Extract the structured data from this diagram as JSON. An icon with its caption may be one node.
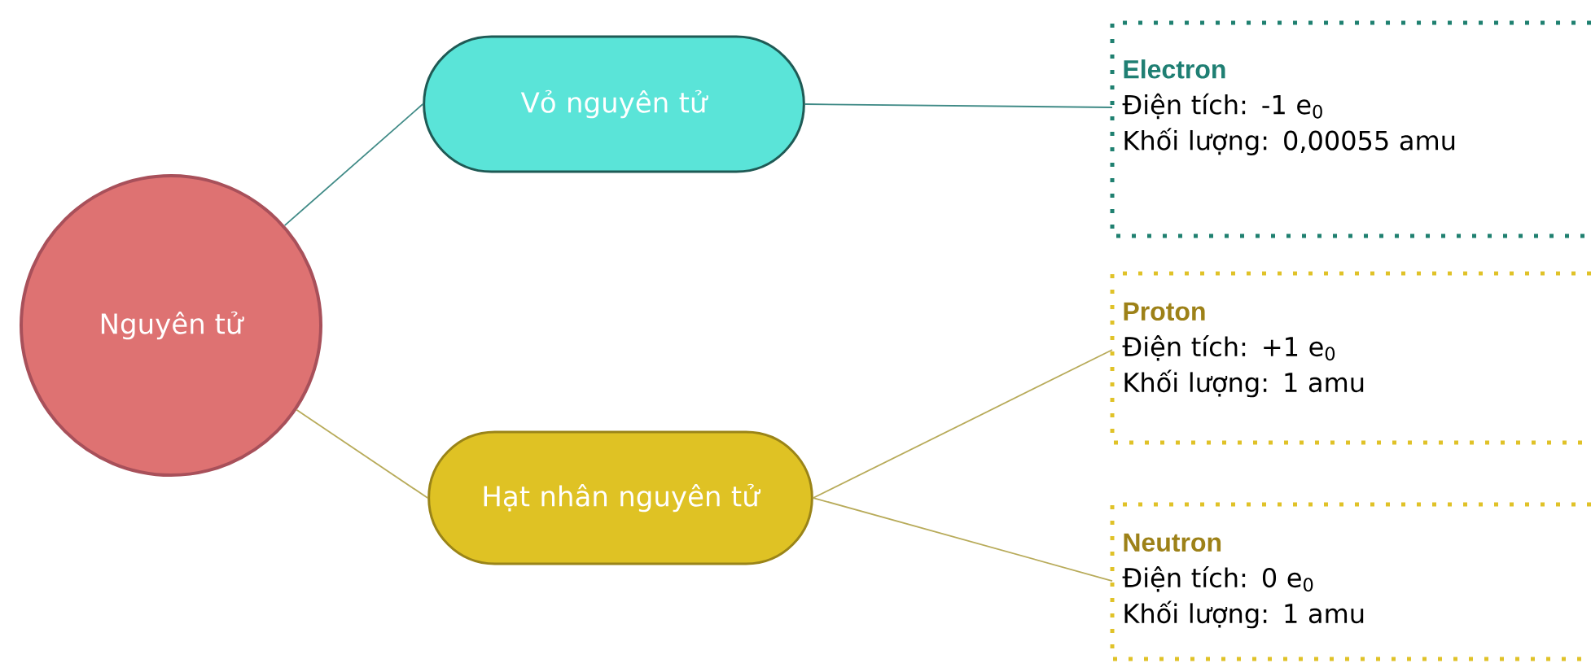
{
  "diagram": {
    "nodes": [
      {
        "text": [
          "Nguyên tử"
        ]
      },
      {
        "text": [
          "Vỏ nguyên tử"
        ]
      },
      {
        "text": [
          "Hạt nhân nguyên tử"
        ]
      },
      {
        "text": [
          "Electron",
          "Điện tích: -1 e$_{0}$",
          "Khối lượng: 0,00055 amu"
        ]
      },
      {
        "text": [
          "Proton",
          "Điện tích: +1 e$_{0}$",
          "Khối lượng: 1 amu"
        ]
      },
      {
        "text": [
          "Neutron",
          "Điện tích: 0 e$_{0}$",
          "Khối lượng: 1 amu"
        ]
      }
    ],
    "edges": [
      {
        "from": 0,
        "to": 1,
        "arrow": "none",
        "color": "#3f8a86"
      },
      {
        "from": 0,
        "to": 2,
        "arrow": "none"
      },
      {
        "from": 1,
        "to": 3,
        "arrow": "none",
        "color": "#3f8a86"
      },
      {
        "from": 2,
        "to": 4,
        "arrow": "none"
      },
      {
        "from": 2,
        "to": 5,
        "arrow": "none"
      }
    ]
  }
}
